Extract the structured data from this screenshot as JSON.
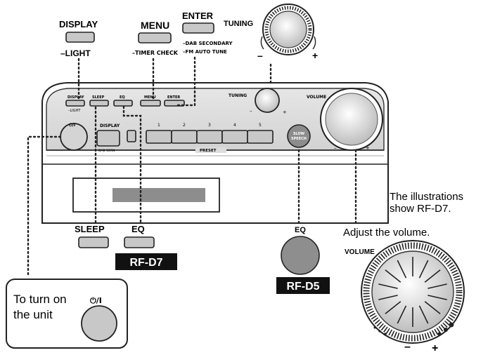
{
  "labels": {
    "display": "DISPLAY",
    "light": "–LIGHT",
    "menu": "MENU",
    "timer_check": "–TIMER CHECK",
    "enter": "ENTER",
    "dab_secondary": "–DAB SECONDARY",
    "fm_auto_tune": "–FM AUTO TUNE",
    "tuning": "TUNING",
    "tuning_minus": "–",
    "tuning_plus": "+",
    "sleep": "SLEEP",
    "eq": "EQ",
    "eq_rf_d5": "EQ",
    "model_rf_d7": "RF-D7",
    "model_rf_d5": "RF-D5",
    "illustration_note_1": "The illustrations",
    "illustration_note_2": "show RF-D7.",
    "adjust_volume": "Adjust the volume.",
    "volume": "VOLUME",
    "volume_minus": "–",
    "volume_plus": "+",
    "turn_on_1": "To turn on",
    "turn_on_2": "the unit",
    "power_symbol": "⏻/I"
  },
  "device": {
    "display_small": "DISPLAY",
    "light_small": "–LIGHT",
    "sleep_small": "SLEEP",
    "eq_small": "EQ",
    "menu_small": "MENU",
    "enter_small": "ENTER",
    "tuning_small": "TUNING",
    "volume_small": "VOLUME",
    "power_small": "⏻/I",
    "display_btn": "DISPLAY",
    "dab_scan": "DAB SCAN",
    "slow_speech_1": "SLOW",
    "slow_speech_2": "SPEECH",
    "preset": "PRESET",
    "preset_numbers": [
      "1",
      "2",
      "3",
      "4",
      "5"
    ]
  }
}
